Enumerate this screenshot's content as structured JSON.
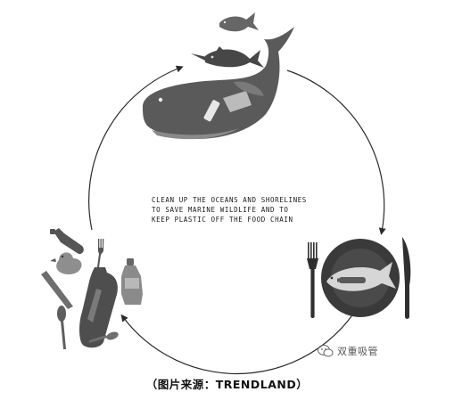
{
  "diagram": {
    "center_text": {
      "line1": "CLEAN UP THE OCEANS AND SHORELINES",
      "line2": "TO SAVE MARINE WILDLIFE AND TO",
      "line3": "KEEP PLASTIC OFF THE FOOD CHAIN"
    },
    "caption": "（图片来源：TRENDLAND）",
    "watermark": "双重吸管",
    "colors": {
      "ink": "#2b2b2b",
      "mid_gray": "#6e6e6e",
      "light_gray": "#9a9a9a",
      "plate_dark": "#3a3a3a"
    },
    "icons": [
      "whale-icon",
      "tuna-fish-icon",
      "small-fish-icon",
      "plastic-bottle-icon",
      "fork-icon",
      "knife-icon",
      "plate-icon",
      "fish-with-bottle-icon",
      "rubber-duck-icon",
      "spoon-icon",
      "detergent-bottle-icon",
      "wechat-logo-icon"
    ]
  }
}
